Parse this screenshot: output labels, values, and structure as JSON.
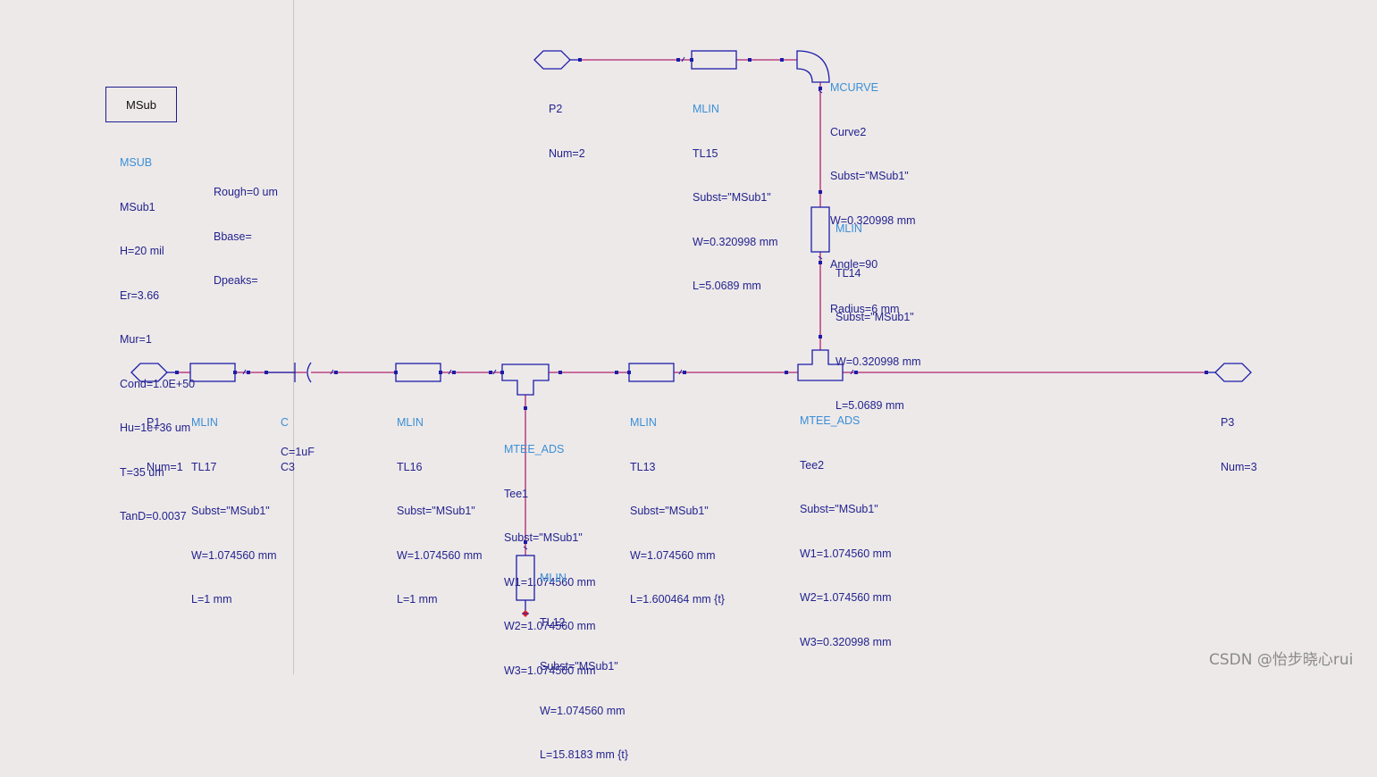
{
  "colors": {
    "wire": "#b0246e",
    "component": "#1c1ca8",
    "type_text": "#3b8fd6",
    "param_text": "#23238e",
    "background": "#ede9e9",
    "pin": "#1c1ca8",
    "ground_marker": "#e0202a"
  },
  "msub_symbol": {
    "label": "MSub"
  },
  "msub": {
    "type": "MSUB",
    "name": "MSub1",
    "params_left": [
      "H=20 mil",
      "Er=3.66",
      "Mur=1",
      "Cond=1.0E+50",
      "Hu=1e+36 um",
      "T=35 um",
      "TanD=0.0037"
    ],
    "params_right": [
      "Rough=0 um",
      "Bbase=",
      "Dpeaks="
    ]
  },
  "ports": [
    {
      "name": "P1",
      "num": "Num=1"
    },
    {
      "name": "P2",
      "num": "Num=2"
    },
    {
      "name": "P3",
      "num": "Num=3"
    }
  ],
  "components": {
    "tl17": {
      "type": "MLIN",
      "name": "TL17",
      "params": [
        "Subst=\"MSub1\"",
        "W=1.074560 mm",
        "L=1 mm"
      ]
    },
    "c3": {
      "type": "C",
      "name": "C3",
      "params": [
        "C=1uF"
      ]
    },
    "tl16": {
      "type": "MLIN",
      "name": "TL16",
      "params": [
        "Subst=\"MSub1\"",
        "W=1.074560 mm",
        "L=1 mm"
      ]
    },
    "tee1": {
      "type": "MTEE_ADS",
      "name": "Tee1",
      "params": [
        "Subst=\"MSub1\"",
        "W1=1.074560 mm",
        "W2=1.074560 mm",
        "W3=1.074560 mm"
      ]
    },
    "tl13": {
      "type": "MLIN",
      "name": "TL13",
      "params": [
        "Subst=\"MSub1\"",
        "W=1.074560 mm",
        "L=1.600464 mm {t}"
      ]
    },
    "tee2": {
      "type": "MTEE_ADS",
      "name": "Tee2",
      "params": [
        "Subst=\"MSub1\"",
        "W1=1.074560 mm",
        "W2=1.074560 mm",
        "W3=0.320998 mm"
      ]
    },
    "tl12": {
      "type": "MLIN",
      "name": "TL12",
      "params": [
        "Subst=\"MSub1\"",
        "W=1.074560 mm",
        "L=15.8183 mm {t}"
      ]
    },
    "tl14": {
      "type": "MLIN",
      "name": "TL14",
      "params": [
        "Subst=\"MSub1\"",
        "W=0.320998 mm",
        "L=5.0689 mm"
      ]
    },
    "tl15": {
      "type": "MLIN",
      "name": "TL15",
      "params": [
        "Subst=\"MSub1\"",
        "W=0.320998 mm",
        "L=5.0689 mm"
      ]
    },
    "curve2": {
      "type": "MCURVE",
      "name": "Curve2",
      "params": [
        "Subst=\"MSub1\"",
        "W=0.320998 mm",
        "Angle=90",
        "Radius=6 mm"
      ]
    }
  },
  "watermark": "CSDN @怡步晓心rui"
}
